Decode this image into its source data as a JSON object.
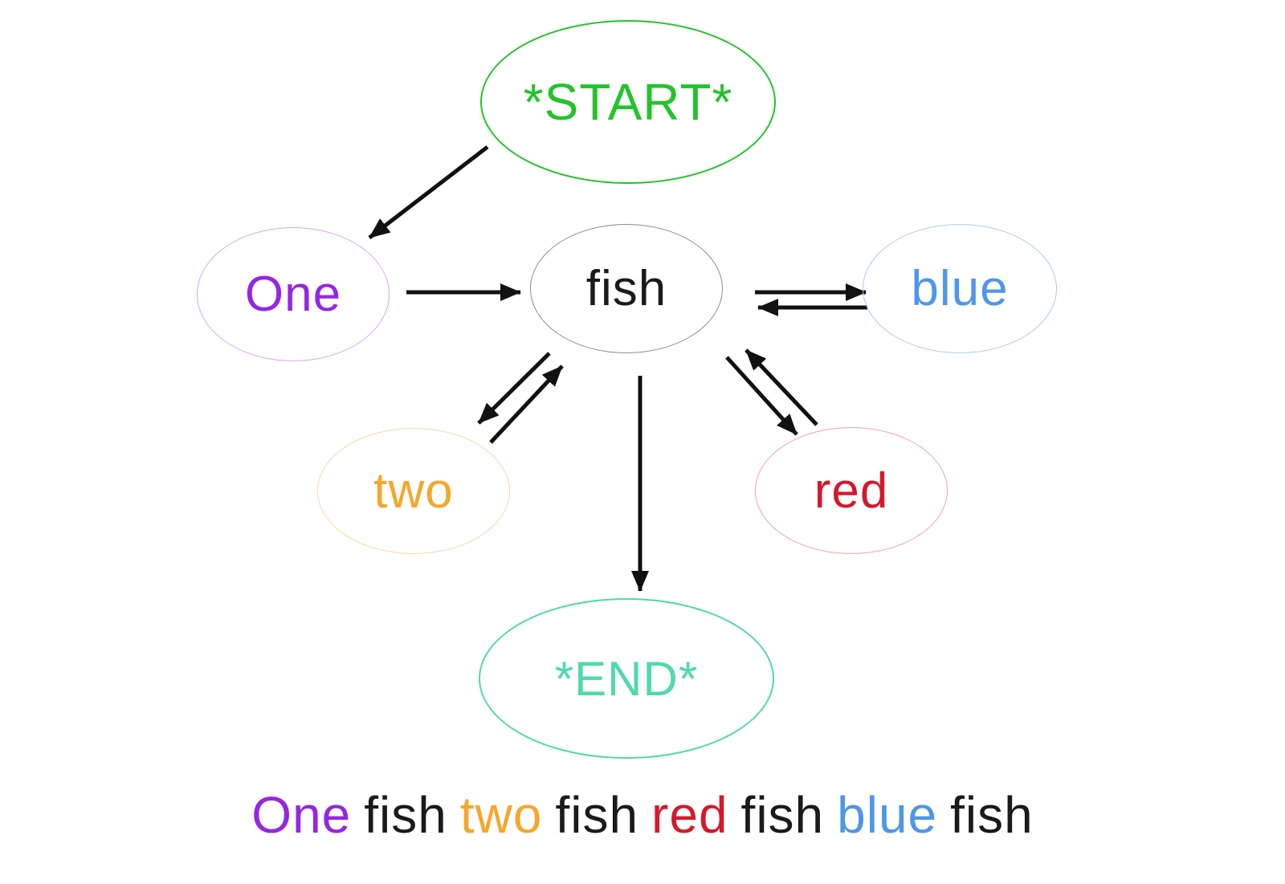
{
  "nodes": {
    "start": {
      "label": "*START*",
      "color": "#24C32B"
    },
    "one": {
      "label": "One",
      "text_color": "#9426E4",
      "border_color": "#D8A6F4"
    },
    "fish": {
      "label": "fish",
      "text_color": "#1A1A1A",
      "border_color": "#8C8C8C"
    },
    "blue": {
      "label": "blue",
      "text_color": "#4E96EA",
      "border_color": "#A9CBF3"
    },
    "two": {
      "label": "two",
      "text_color": "#F6A62B",
      "border_color": "#F9D8A6"
    },
    "red": {
      "label": "red",
      "text_color": "#D6182B",
      "border_color": "#F0A2AB"
    },
    "end": {
      "label": "*END*",
      "color": "#4FD9AD"
    }
  },
  "edges": [
    {
      "from": "*START*",
      "to": "One"
    },
    {
      "from": "One",
      "to": "fish"
    },
    {
      "from": "fish",
      "to": "blue"
    },
    {
      "from": "blue",
      "to": "fish"
    },
    {
      "from": "fish",
      "to": "two"
    },
    {
      "from": "two",
      "to": "fish"
    },
    {
      "from": "fish",
      "to": "red"
    },
    {
      "from": "red",
      "to": "fish"
    },
    {
      "from": "fish",
      "to": "*END*"
    }
  ],
  "arrow_color": "#111111",
  "caption": {
    "full_text": "One fish two fish red fish blue fish",
    "words": [
      {
        "text": "One",
        "color": "#9426E4"
      },
      {
        "text": "fish",
        "color": "#1A1A1A"
      },
      {
        "text": "two",
        "color": "#F6A62B"
      },
      {
        "text": "fish",
        "color": "#1A1A1A"
      },
      {
        "text": "red",
        "color": "#D6182B"
      },
      {
        "text": "fish",
        "color": "#1A1A1A"
      },
      {
        "text": "blue",
        "color": "#4E96EA"
      },
      {
        "text": "fish",
        "color": "#1A1A1A"
      }
    ]
  }
}
